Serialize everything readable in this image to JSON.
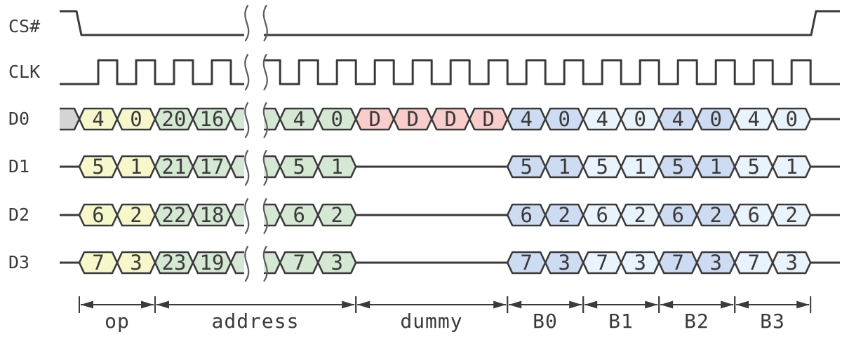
{
  "colors": {
    "stroke": "#3a3a3a",
    "text": "#3a3a3a",
    "squiggle": "#5a5a5a",
    "yellow": "#f6f8cc",
    "green": "#d5e8d3",
    "red": "#f8cdcb",
    "blue": "#cddcf3",
    "lightblue": "#e9f3fc",
    "gray": "#d4d4d4",
    "background": "#ffffff"
  },
  "signals": [
    {
      "name": "CS#",
      "kind": "cs"
    },
    {
      "name": "CLK",
      "kind": "clock"
    },
    {
      "name": "D0",
      "kind": "data",
      "lead": "unknown",
      "cells": [
        {
          "t": "4",
          "c": "yellow"
        },
        {
          "t": "0",
          "c": "yellow"
        },
        {
          "t": "20",
          "c": "green"
        },
        {
          "t": "16",
          "c": "green"
        },
        {
          "t": "",
          "c": "green",
          "gap": true,
          "slots": 1.3
        },
        {
          "t": "4",
          "c": "green"
        },
        {
          "t": "0",
          "c": "green"
        },
        {
          "t": "D",
          "c": "red"
        },
        {
          "t": "D",
          "c": "red"
        },
        {
          "t": "D",
          "c": "red"
        },
        {
          "t": "D",
          "c": "red"
        },
        {
          "t": "4",
          "c": "blue"
        },
        {
          "t": "0",
          "c": "blue"
        },
        {
          "t": "4",
          "c": "lightblue"
        },
        {
          "t": "0",
          "c": "lightblue"
        },
        {
          "t": "4",
          "c": "blue"
        },
        {
          "t": "0",
          "c": "blue"
        },
        {
          "t": "4",
          "c": "lightblue"
        },
        {
          "t": "0",
          "c": "lightblue"
        }
      ]
    },
    {
      "name": "D1",
      "kind": "data",
      "lead": "line",
      "cells": [
        {
          "t": "5",
          "c": "yellow"
        },
        {
          "t": "1",
          "c": "yellow"
        },
        {
          "t": "21",
          "c": "green"
        },
        {
          "t": "17",
          "c": "green"
        },
        {
          "t": "",
          "c": "green",
          "gap": true,
          "slots": 1.3
        },
        {
          "t": "5",
          "c": "green"
        },
        {
          "t": "1",
          "c": "green"
        },
        {
          "t": null,
          "slots": 4
        },
        {
          "t": "5",
          "c": "blue"
        },
        {
          "t": "1",
          "c": "blue"
        },
        {
          "t": "5",
          "c": "lightblue"
        },
        {
          "t": "1",
          "c": "lightblue"
        },
        {
          "t": "5",
          "c": "blue"
        },
        {
          "t": "1",
          "c": "blue"
        },
        {
          "t": "5",
          "c": "lightblue"
        },
        {
          "t": "1",
          "c": "lightblue"
        }
      ]
    },
    {
      "name": "D2",
      "kind": "data",
      "lead": "line",
      "cells": [
        {
          "t": "6",
          "c": "yellow"
        },
        {
          "t": "2",
          "c": "yellow"
        },
        {
          "t": "22",
          "c": "green"
        },
        {
          "t": "18",
          "c": "green"
        },
        {
          "t": "",
          "c": "green",
          "gap": true,
          "slots": 1.3
        },
        {
          "t": "6",
          "c": "green"
        },
        {
          "t": "2",
          "c": "green"
        },
        {
          "t": null,
          "slots": 4
        },
        {
          "t": "6",
          "c": "blue"
        },
        {
          "t": "2",
          "c": "blue"
        },
        {
          "t": "6",
          "c": "lightblue"
        },
        {
          "t": "2",
          "c": "lightblue"
        },
        {
          "t": "6",
          "c": "blue"
        },
        {
          "t": "2",
          "c": "blue"
        },
        {
          "t": "6",
          "c": "lightblue"
        },
        {
          "t": "2",
          "c": "lightblue"
        }
      ]
    },
    {
      "name": "D3",
      "kind": "data",
      "lead": "line",
      "cells": [
        {
          "t": "7",
          "c": "yellow"
        },
        {
          "t": "3",
          "c": "yellow"
        },
        {
          "t": "23",
          "c": "green"
        },
        {
          "t": "19",
          "c": "green"
        },
        {
          "t": "",
          "c": "green",
          "gap": true,
          "slots": 1.3
        },
        {
          "t": "7",
          "c": "green"
        },
        {
          "t": "3",
          "c": "green"
        },
        {
          "t": null,
          "slots": 4
        },
        {
          "t": "7",
          "c": "blue"
        },
        {
          "t": "3",
          "c": "blue"
        },
        {
          "t": "7",
          "c": "lightblue"
        },
        {
          "t": "3",
          "c": "lightblue"
        },
        {
          "t": "7",
          "c": "blue"
        },
        {
          "t": "3",
          "c": "blue"
        },
        {
          "t": "7",
          "c": "lightblue"
        },
        {
          "t": "3",
          "c": "lightblue"
        }
      ]
    }
  ],
  "annotations": [
    {
      "label": "op",
      "from": 0,
      "to": 2
    },
    {
      "label": "address",
      "from": 2,
      "to": 7
    },
    {
      "label": "dummy",
      "from": 7,
      "to": 11
    },
    {
      "label": "B0",
      "from": 11,
      "to": 13
    },
    {
      "label": "B1",
      "from": 13,
      "to": 15
    },
    {
      "label": "B2",
      "from": 15,
      "to": 17
    },
    {
      "label": "B3",
      "from": 17,
      "to": 19
    }
  ]
}
